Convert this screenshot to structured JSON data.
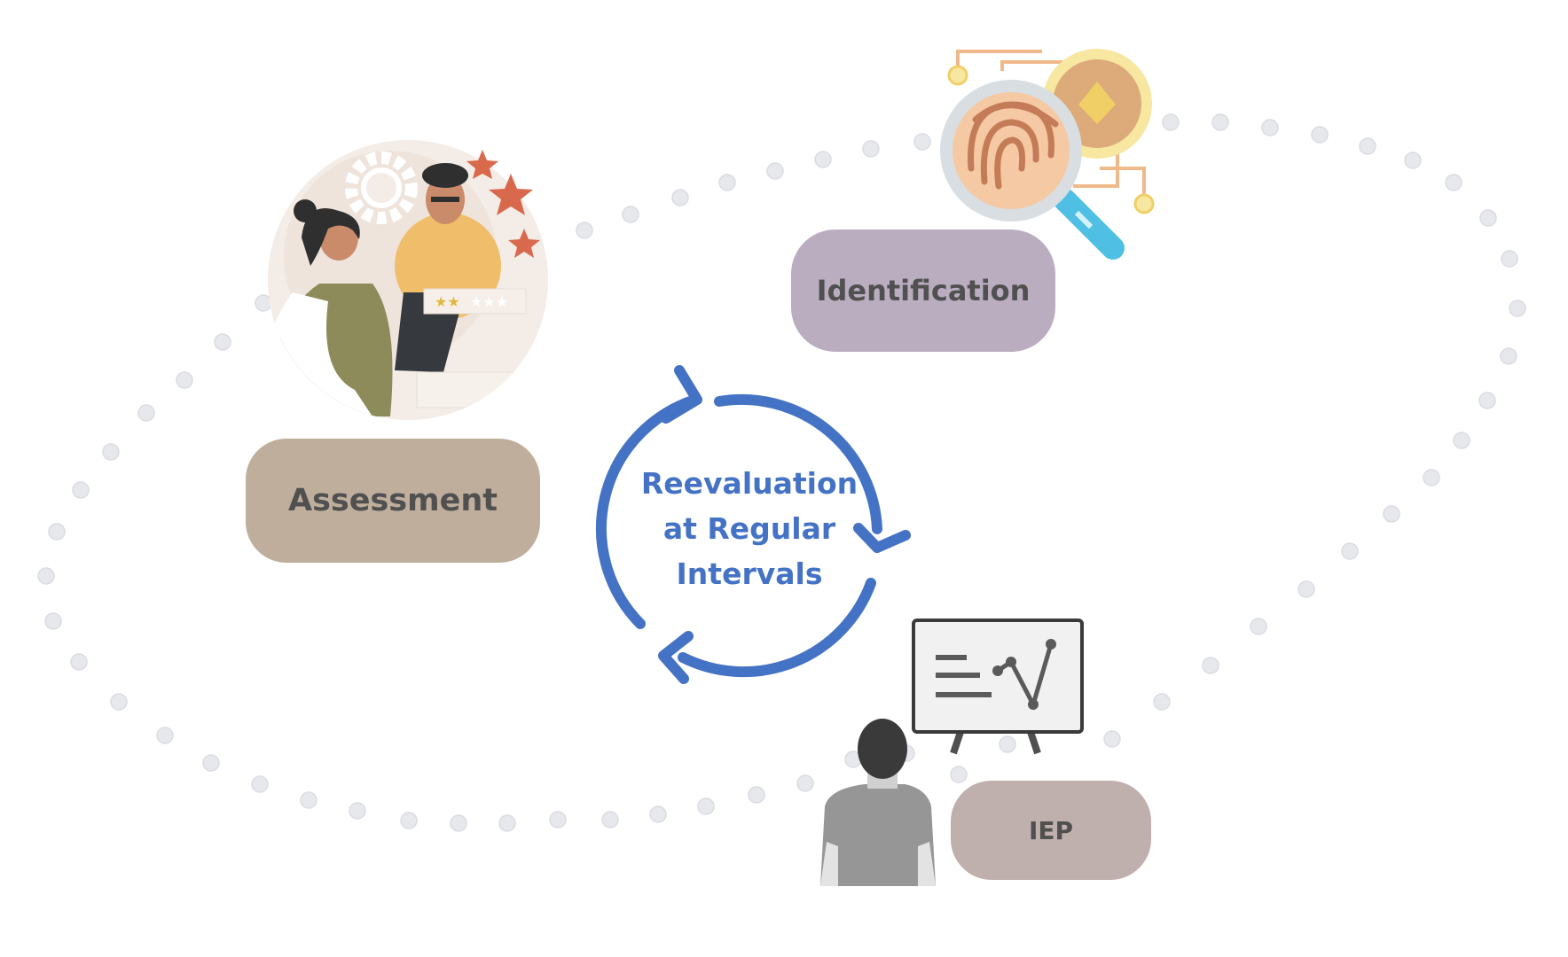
{
  "diagram": {
    "nodes": [
      {
        "id": "assessment",
        "label": "Assessment"
      },
      {
        "id": "identification",
        "label": "Identification"
      },
      {
        "id": "iep",
        "label": "IEP"
      }
    ],
    "center": {
      "lines": [
        "Reevaluation",
        "at Regular",
        "Intervals"
      ]
    },
    "illustrations": [
      {
        "node": "assessment",
        "icon": "assessment-illustration-icon"
      },
      {
        "node": "identification",
        "icon": "fingerprint-magnifier-icon"
      },
      {
        "node": "iep",
        "icon": "presentation-board-icon"
      }
    ],
    "cycle_icon": "cycle-arrows-icon",
    "path_style": "dotted"
  },
  "colors": {
    "assessment_pill": "#bfae9c",
    "identification_pill": "#baadc0",
    "iep_pill": "#c0b0ad",
    "label_text": "#505050",
    "center_text": "#4472c4",
    "cycle_arrows": "#4472c4",
    "dots": "#e6e8ec",
    "dot_stroke": "#d9dce2"
  }
}
